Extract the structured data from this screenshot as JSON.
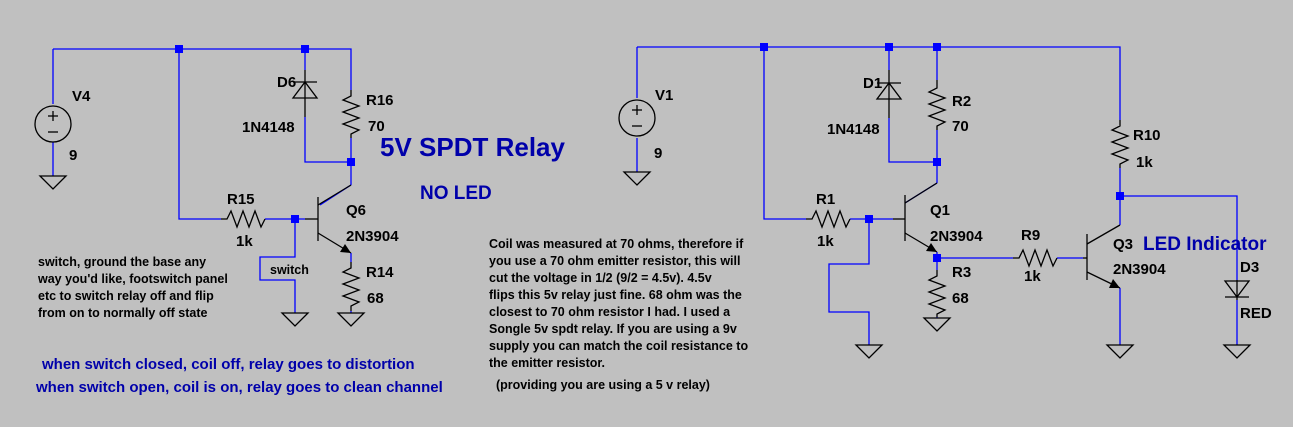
{
  "colors": {
    "background": "#c0c0c0",
    "wire": "#0000ff",
    "component": "#000000",
    "annotation": "#0000aa"
  },
  "left_circuit": {
    "v4": {
      "name": "V4",
      "value": "9"
    },
    "d6": {
      "name": "D6",
      "value": "1N4148"
    },
    "r16": {
      "name": "R16",
      "value": "70"
    },
    "r15": {
      "name": "R15",
      "value": "1k"
    },
    "q6": {
      "name": "Q6",
      "value": "2N3904"
    },
    "r14": {
      "name": "R14",
      "value": "68"
    },
    "switch_label": "switch"
  },
  "right_circuit": {
    "v1": {
      "name": "V1",
      "value": "9"
    },
    "d1": {
      "name": "D1",
      "value": "1N4148"
    },
    "r2": {
      "name": "R2",
      "value": "70"
    },
    "r1": {
      "name": "R1",
      "value": "1k"
    },
    "q1": {
      "name": "Q1",
      "value": "2N3904"
    },
    "r3": {
      "name": "R3",
      "value": "68"
    },
    "r9": {
      "name": "R9",
      "value": "1k"
    },
    "q3": {
      "name": "Q3",
      "value": "2N3904"
    },
    "r10": {
      "name": "R10",
      "value": "1k"
    },
    "d3": {
      "name": "D3",
      "value": "RED"
    }
  },
  "annotations": {
    "title": "5V SPDT Relay",
    "subtitle": "NO LED",
    "led_indicator": "LED Indicator",
    "switch_note": [
      "switch, ground the base any",
      "way you'd like, footswitch panel",
      "etc to switch relay off and flip",
      "from on to normally off state"
    ],
    "status_closed": "when switch closed, coil off, relay goes to distortion",
    "status_open": "when switch open, coil is on, relay goes to clean channel",
    "coil_note": [
      "Coil was measured at 70 ohms, therefore if",
      "you use a 70 ohm emitter resistor, this will",
      "cut the voltage in 1/2 (9/2 = 4.5v).  4.5v",
      "flips this 5v relay just fine.  68 ohm was the",
      "closest to 70 ohm resistor I had.  I used a",
      "Songle 5v spdt relay.  If you are using a 9v",
      "supply you can match the coil resistance to",
      "the emitter resistor."
    ],
    "relay_note": "(providing you are using a 5 v relay)"
  }
}
